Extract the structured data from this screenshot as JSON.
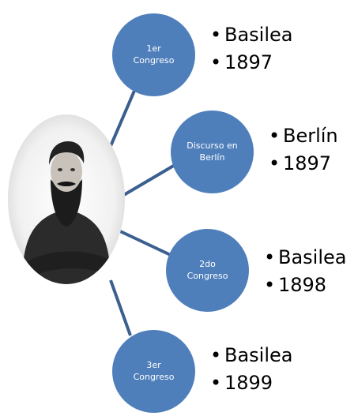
{
  "colors": {
    "node_fill": "#4f7fbb",
    "connector": "#3b5f8e",
    "text": "#000000",
    "node_text": "#ffffff"
  },
  "portrait": {
    "icon": "portrait-photo"
  },
  "nodes": [
    {
      "label": "1er\nCongreso",
      "bullets": [
        "Basilea",
        "1897"
      ]
    },
    {
      "label": "Discurso en\nBerlín",
      "bullets": [
        "Berlín",
        "1897"
      ]
    },
    {
      "label": "2do\nCongreso",
      "bullets": [
        "Basilea",
        "1898"
      ]
    },
    {
      "label": "3er\nCongreso",
      "bullets": [
        "Basilea",
        "1899"
      ]
    }
  ]
}
